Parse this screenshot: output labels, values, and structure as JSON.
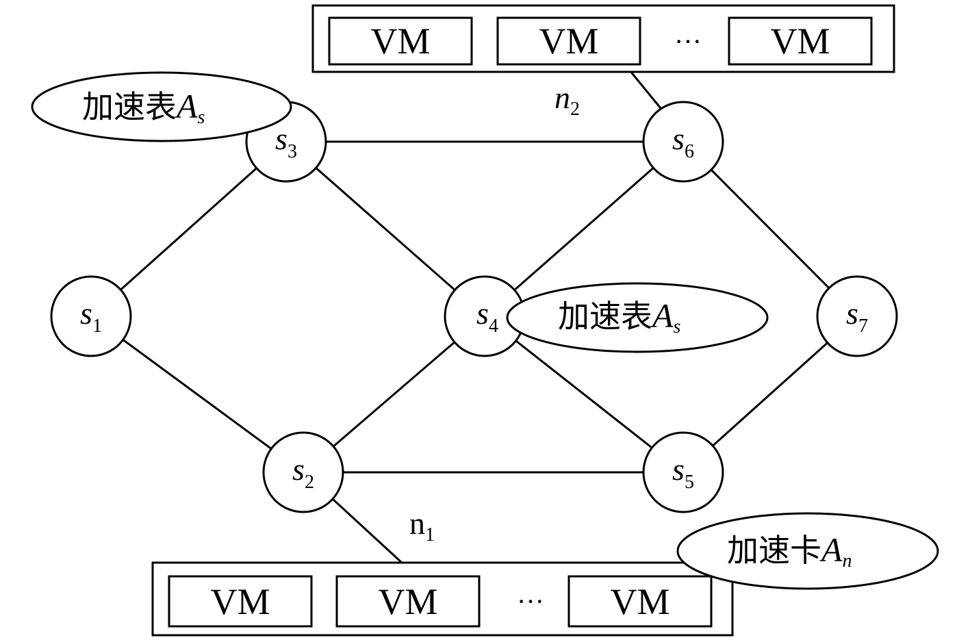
{
  "nodes": {
    "s1": {
      "var": "s",
      "sub": "1"
    },
    "s2": {
      "var": "s",
      "sub": "2"
    },
    "s3": {
      "var": "s",
      "sub": "3"
    },
    "s4": {
      "var": "s",
      "sub": "4"
    },
    "s5": {
      "var": "s",
      "sub": "5"
    },
    "s6": {
      "var": "s",
      "sub": "6"
    },
    "s7": {
      "var": "s",
      "sub": "7"
    }
  },
  "links": {
    "n2": {
      "var": "n",
      "sub": "2"
    },
    "n1": {
      "var": "n",
      "sub": "1"
    }
  },
  "top_rack": {
    "vm_labels": [
      "VM",
      "VM",
      "VM"
    ],
    "ellipsis": "···"
  },
  "bottom_rack": {
    "vm_labels": [
      "VM",
      "VM",
      "VM"
    ],
    "ellipsis": "···"
  },
  "annotations": {
    "table_s3": {
      "text": "加速表",
      "var": "A",
      "sub": "s"
    },
    "table_s4": {
      "text": "加速表",
      "var": "A",
      "sub": "s"
    },
    "card_n1": {
      "text": "加速卡",
      "var": "A",
      "sub": "n"
    }
  }
}
